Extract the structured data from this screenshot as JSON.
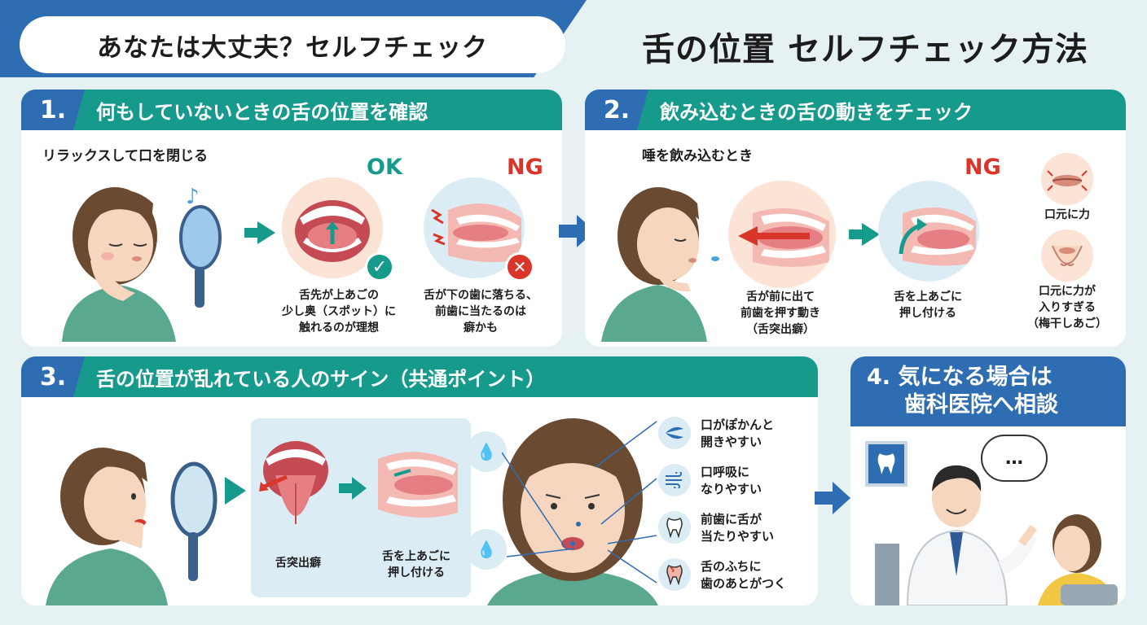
{
  "header": {
    "badge": "あなたは大丈夫？セルフチェック",
    "title": "舌の位置 セルフチェック方法"
  },
  "section1": {
    "num": "1.",
    "title": "何もしていないときの舌の位置を確認",
    "caption": "リラックスして口を閉じる",
    "ok_label": "OK",
    "ng_label": "NG",
    "ok_desc": [
      "舌先が上あごの",
      "少し奥（スポット）に",
      "触れるのが理想"
    ],
    "ng_desc": [
      "舌が下の歯に落ちる、",
      "前歯に当たるのは",
      "癖かも"
    ]
  },
  "section2": {
    "num": "2.",
    "title": "飲み込むときの舌の動きをチェック",
    "caption": "唾を飲み込むとき",
    "ng_label": "NG",
    "desc1": [
      "舌が前に出て",
      "前歯を押す動き",
      "（舌突出癖）"
    ],
    "desc2": [
      "舌を上あごに",
      "押し付ける"
    ],
    "desc3": [
      "口元に力"
    ],
    "desc4": [
      "口元に力が",
      "入りすぎる",
      "（梅干しあご）"
    ]
  },
  "section3": {
    "num": "3.",
    "title": "舌の位置が乱れている人のサイン（共通ポイント）",
    "label_a": "舌突出癖",
    "label_b": [
      "舌を上あごに",
      "押し付ける"
    ],
    "signs": [
      {
        "icon": "breath-icon",
        "lines": [
          "口がぽかんと",
          "開きやすい"
        ]
      },
      {
        "icon": "wind-icon",
        "lines": [
          "口呼吸に",
          "なりやすい"
        ]
      },
      {
        "icon": "tooth-icon",
        "lines": [
          "前歯に舌が",
          "当たりやすい"
        ]
      },
      {
        "icon": "chipped-tooth-icon",
        "lines": [
          "舌のふちに",
          "歯のあとがつく"
        ]
      }
    ]
  },
  "section4": {
    "num": "4.",
    "title_lines": [
      "気になる場合は",
      "歯科医院へ相談"
    ],
    "bubble": "…"
  },
  "colors": {
    "blue": "#2f6db3",
    "teal": "#169a8b",
    "red": "#d9352a",
    "background": "#e6f1f3"
  }
}
